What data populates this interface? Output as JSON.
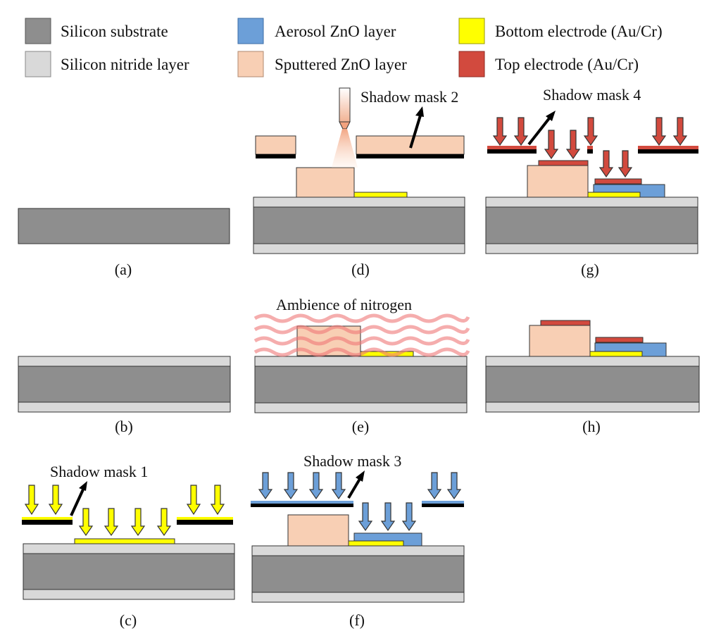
{
  "colors": {
    "substrate": "#8e8e8e",
    "nitride": "#d9d9d9",
    "aerosol_zno": "#6c9fd8",
    "sputtered_zno": "#f8cfb4",
    "bottom_electrode": "#ffff00",
    "top_electrode": "#d24a3e",
    "mask": "#000000",
    "nitrogen_wave": "#f07878",
    "outline": "#333333"
  },
  "legend": [
    {
      "key": "substrate",
      "label": "Silicon substrate"
    },
    {
      "key": "nitride",
      "label": "Silicon nitride layer"
    },
    {
      "key": "aerosol_zno",
      "label": "Aerosol ZnO layer"
    },
    {
      "key": "sputtered_zno",
      "label": "Sputtered ZnO layer"
    },
    {
      "key": "bottom_electrode",
      "label": "Bottom electrode (Au/Cr)"
    },
    {
      "key": "top_electrode",
      "label": "Top electrode (Au/Cr)"
    }
  ],
  "panels": {
    "a": "(a)",
    "b": "(b)",
    "c": "(c)",
    "d": "(d)",
    "e": "(e)",
    "f": "(f)",
    "g": "(g)",
    "h": "(h)"
  },
  "annotations": {
    "mask1": "Shadow mask 1",
    "mask2": "Shadow mask 2",
    "mask3": "Shadow mask 3",
    "mask4": "Shadow mask 4",
    "nitrogen": "Ambience of nitrogen"
  },
  "icons": {
    "nozzle": "aerosol-nozzle-icon",
    "deposition_arrow": "down-arrow-icon"
  }
}
